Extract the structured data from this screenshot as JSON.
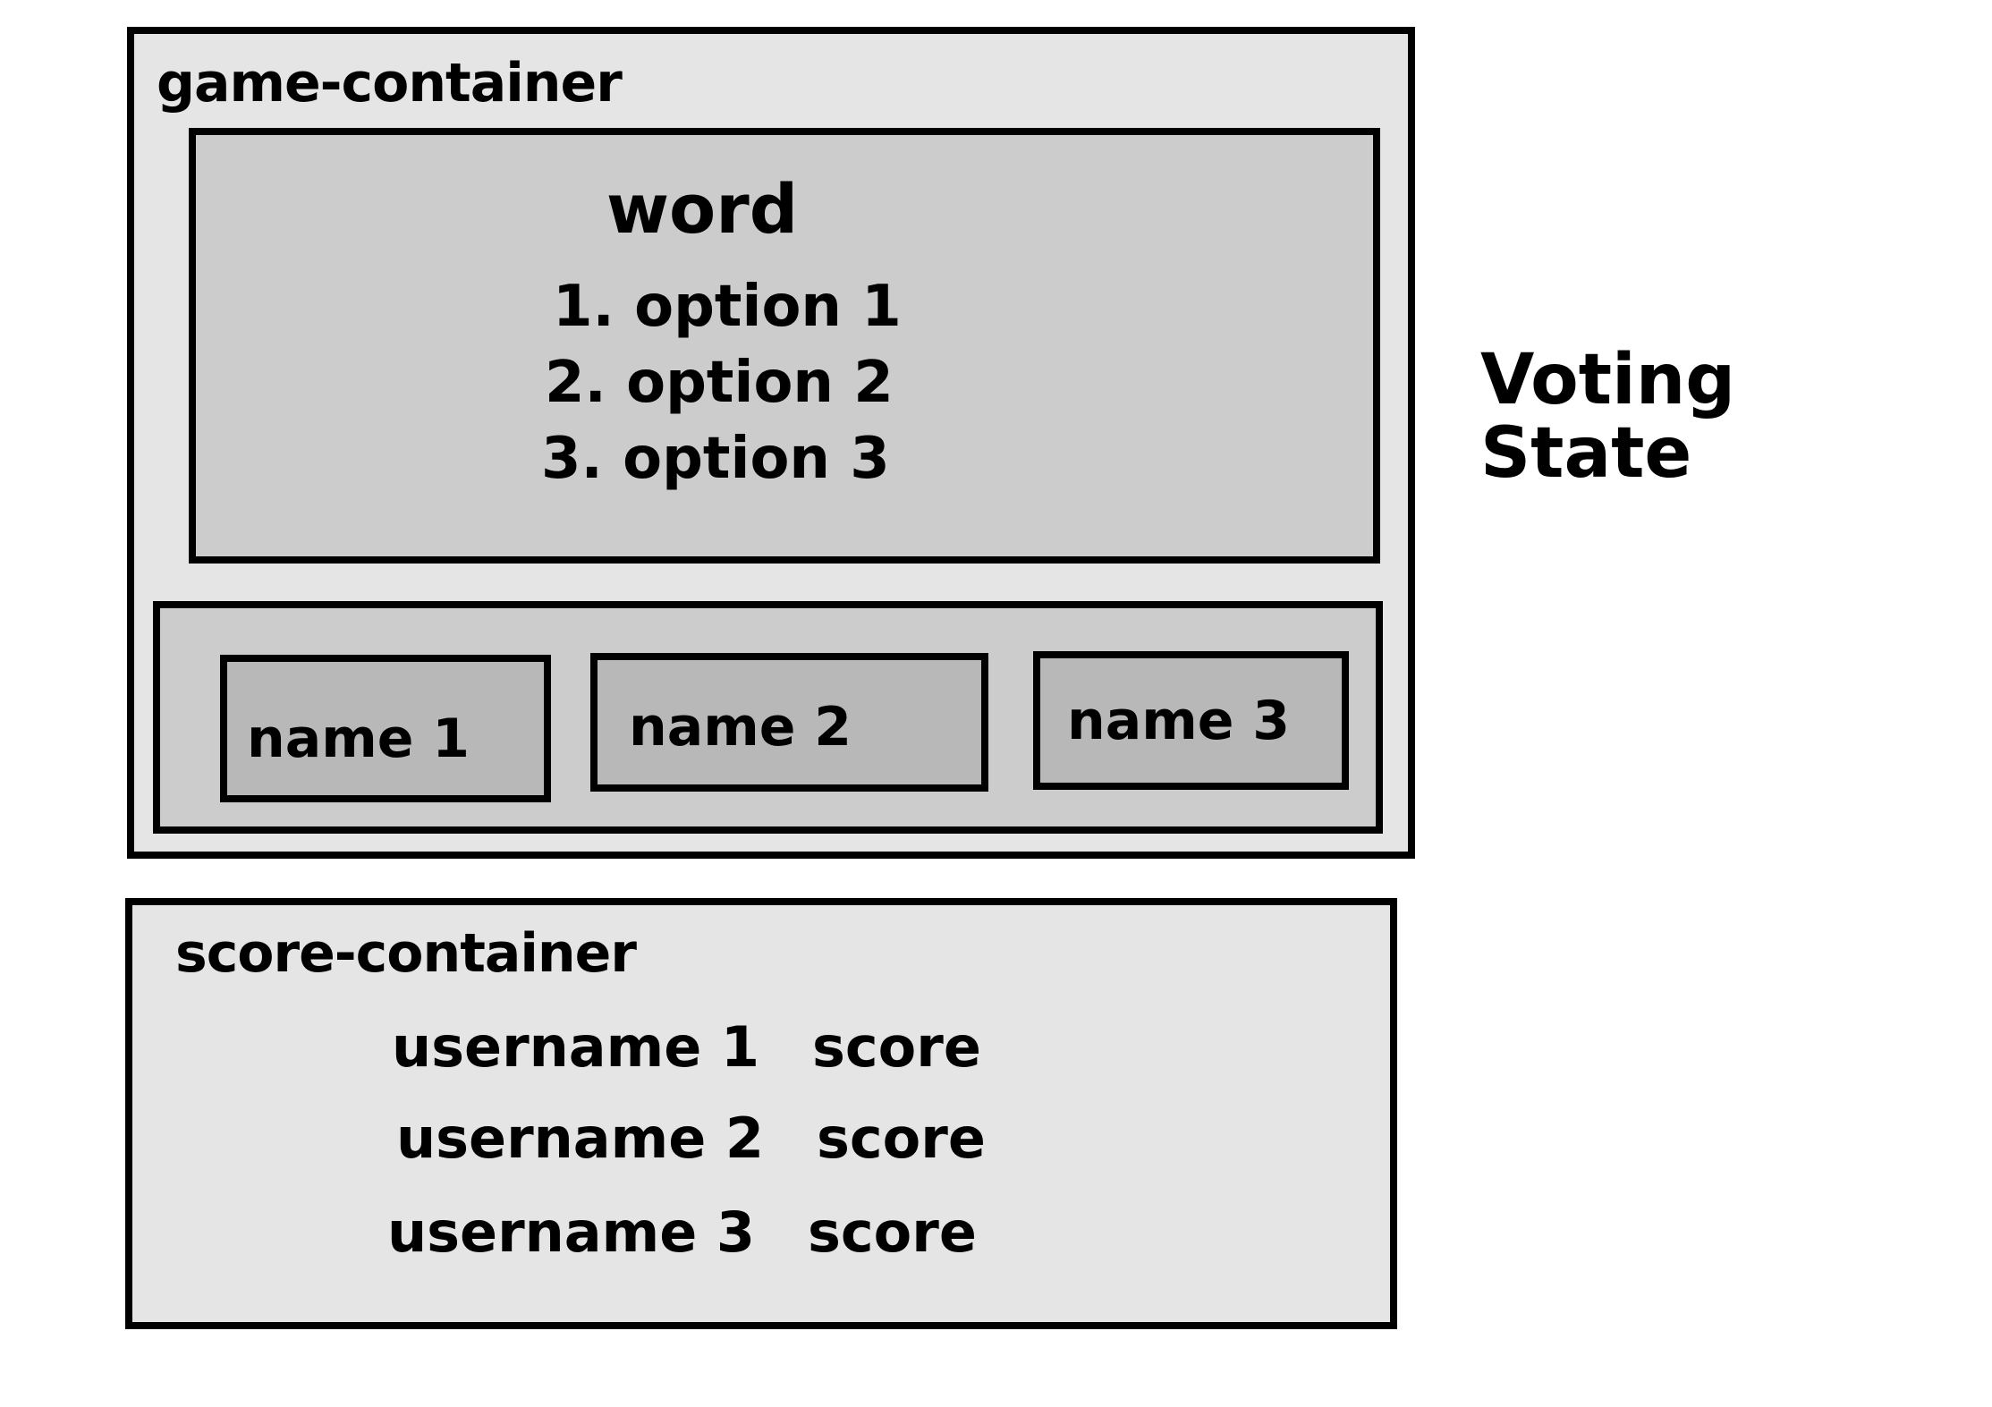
{
  "game_container": {
    "label": "game-container",
    "word": "word",
    "options": [
      "1. option 1",
      "2. option 2",
      "3. option 3"
    ],
    "names": [
      "name 1",
      "name 2",
      "name 3"
    ]
  },
  "score_container": {
    "label": "score-container",
    "rows": [
      {
        "username": "username 1",
        "score": "score"
      },
      {
        "username": "username 2",
        "score": "score"
      },
      {
        "username": "username 3",
        "score": "score"
      }
    ]
  },
  "annotation": {
    "state": "Voting State"
  },
  "colors": {
    "outer_fill": "#e5e5e5",
    "inner_fill": "#cccccc",
    "button_fill": "#b8b8b8",
    "stroke": "#000000"
  }
}
